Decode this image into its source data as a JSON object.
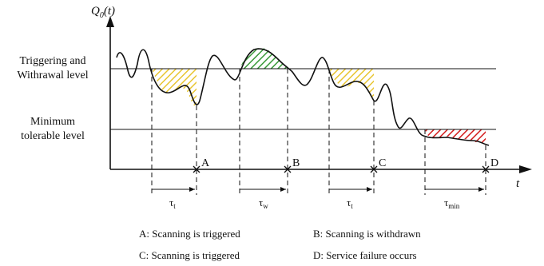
{
  "diagram": {
    "y_axis_label": "Q",
    "y_axis_subscript": "0",
    "y_axis_arg": "(t)",
    "x_axis_label": "t",
    "levels": {
      "trigger_line1": "Triggering and",
      "trigger_line2": "Withrawal level",
      "minimum_line1": "Minimum",
      "minimum_line2": "tolerable level"
    },
    "points": {
      "A": "A",
      "B": "B",
      "C": "C",
      "D": "D"
    },
    "intervals": [
      {
        "symbol": "τ",
        "subscript": "t"
      },
      {
        "symbol": "τ",
        "subscript": "w"
      },
      {
        "symbol": "τ",
        "subscript": "t"
      },
      {
        "symbol": "τ",
        "subscript": "min"
      }
    ],
    "legend": {
      "a": "A: Scanning is triggered",
      "b": "B: Scanning is withdrawn",
      "c": "C: Scanning is triggered",
      "d": "D: Service failure occurs"
    },
    "colors": {
      "yellow": "#e8c530",
      "green": "#3a9a3a",
      "red": "#d42020",
      "line": "#111111"
    }
  }
}
